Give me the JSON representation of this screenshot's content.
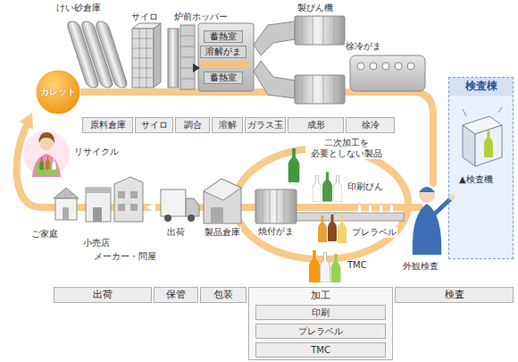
{
  "diagram": {
    "nodes": [
      {
        "text": [
          "蓄熱室"
        ]
      },
      {
        "text": [
          "溶解がま"
        ]
      },
      {
        "text": [
          "蓄熱室"
        ]
      },
      {
        "text": [
          "カレット"
        ]
      },
      {
        "text": [
          "原料倉庫"
        ]
      },
      {
        "text": [
          "サイロ"
        ]
      },
      {
        "text": [
          "調合"
        ]
      },
      {
        "text": [
          "溶解"
        ]
      },
      {
        "text": [
          "ガラス玉"
        ]
      },
      {
        "text": [
          "成形"
        ]
      },
      {
        "text": [
          "徐冷"
        ]
      },
      {
        "text": [
          "検査棟"
        ]
      },
      {
        "text": [
          "出荷"
        ]
      },
      {
        "text": [
          "保管"
        ]
      },
      {
        "text": [
          "包装"
        ]
      },
      {
        "text": [
          "加工"
        ]
      },
      {
        "text": [
          "印刷"
        ],
        "in": 15
      },
      {
        "text": [
          "プレラベル"
        ],
        "in": 15
      },
      {
        "text": [
          "TMC"
        ],
        "in": 15
      },
      {
        "text": [
          "検査"
        ]
      }
    ],
    "labels": [
      "けい砂倉庫",
      "サイロ",
      "炉前ホッパー",
      "製びん機",
      "徐冷がま",
      "リサイクル",
      "二次加工を 必要としない製品",
      "印刷びん",
      "▲検査機",
      "焼付がま",
      "出荷",
      "製品倉庫",
      "プレラベル",
      "ご家庭",
      "小売店",
      "TMC",
      "メーカー・問屋",
      "外観検査"
    ]
  }
}
